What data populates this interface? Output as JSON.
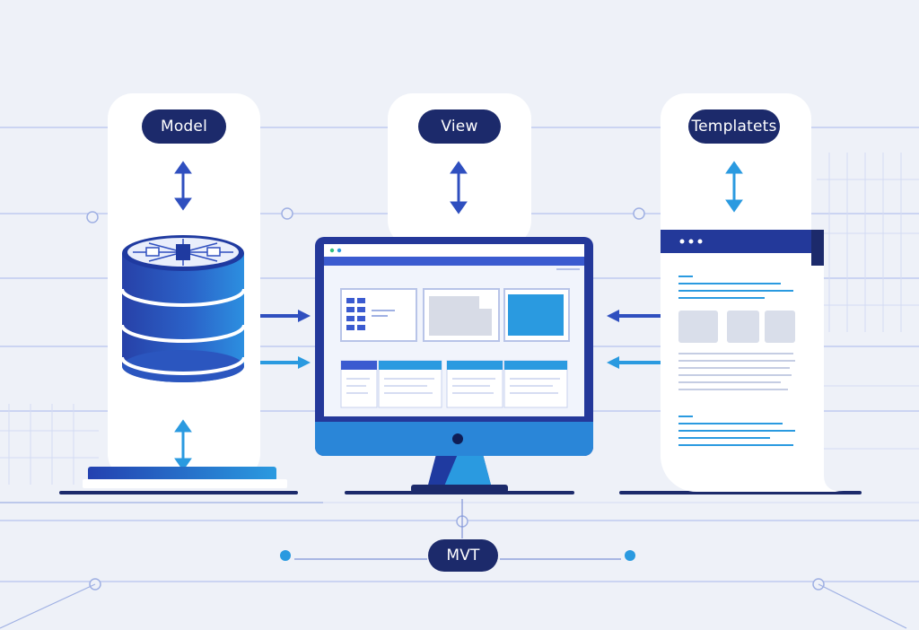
{
  "labels": {
    "model": "Model",
    "view": "View",
    "templates": "Templatets",
    "pattern": "MVT"
  },
  "icons": {
    "model": "database-icon",
    "view": "monitor-icon",
    "templates": "document-icon"
  },
  "colors": {
    "background": "#eef1f8",
    "pill": "#1c2a6b",
    "primary": "#2f4fbf",
    "accent": "#2a9ae0",
    "dark": "#1f2e86",
    "line": "#b6c3ee"
  }
}
